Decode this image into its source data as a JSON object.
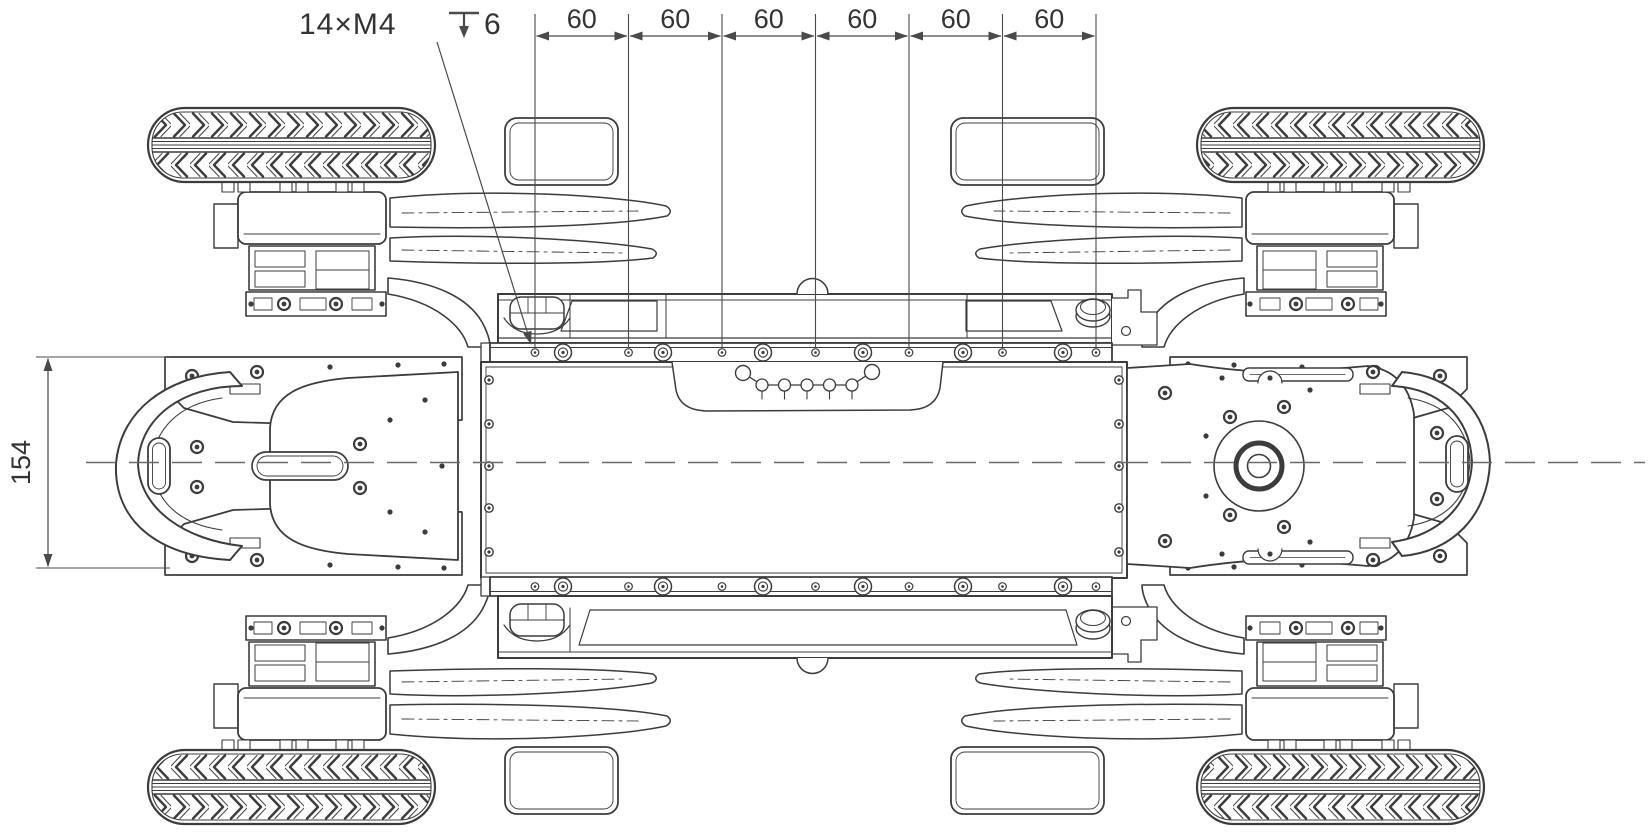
{
  "annotations": {
    "hole_callout": {
      "prefix": "14×M4",
      "depth_symbol": "↧",
      "depth_value": "6",
      "full": "14×M4 ↧6"
    },
    "top_dimension_chain": [
      "60",
      "60",
      "60",
      "60",
      "60",
      "60"
    ],
    "left_dimension": "154"
  },
  "style": {
    "background": "#ffffff",
    "line_color": "#3c3c3c",
    "dim_color": "#4a4a4a",
    "text_color": "#333333"
  }
}
